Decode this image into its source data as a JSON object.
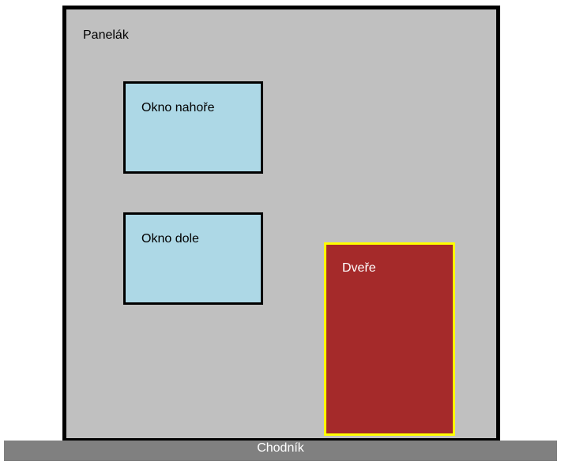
{
  "building": {
    "label": "Panelák",
    "fill_color": "#c0c0c0",
    "border_color": "#000000"
  },
  "windows": [
    {
      "label": "Okno nahoře",
      "fill_color": "#add8e6"
    },
    {
      "label": "Okno dole",
      "fill_color": "#add8e6"
    }
  ],
  "door": {
    "label": "Dveře",
    "fill_color": "#a52a2a",
    "border_color": "#ffff00"
  },
  "sidewalk": {
    "label": "Chodník",
    "fill_color": "#808080"
  }
}
